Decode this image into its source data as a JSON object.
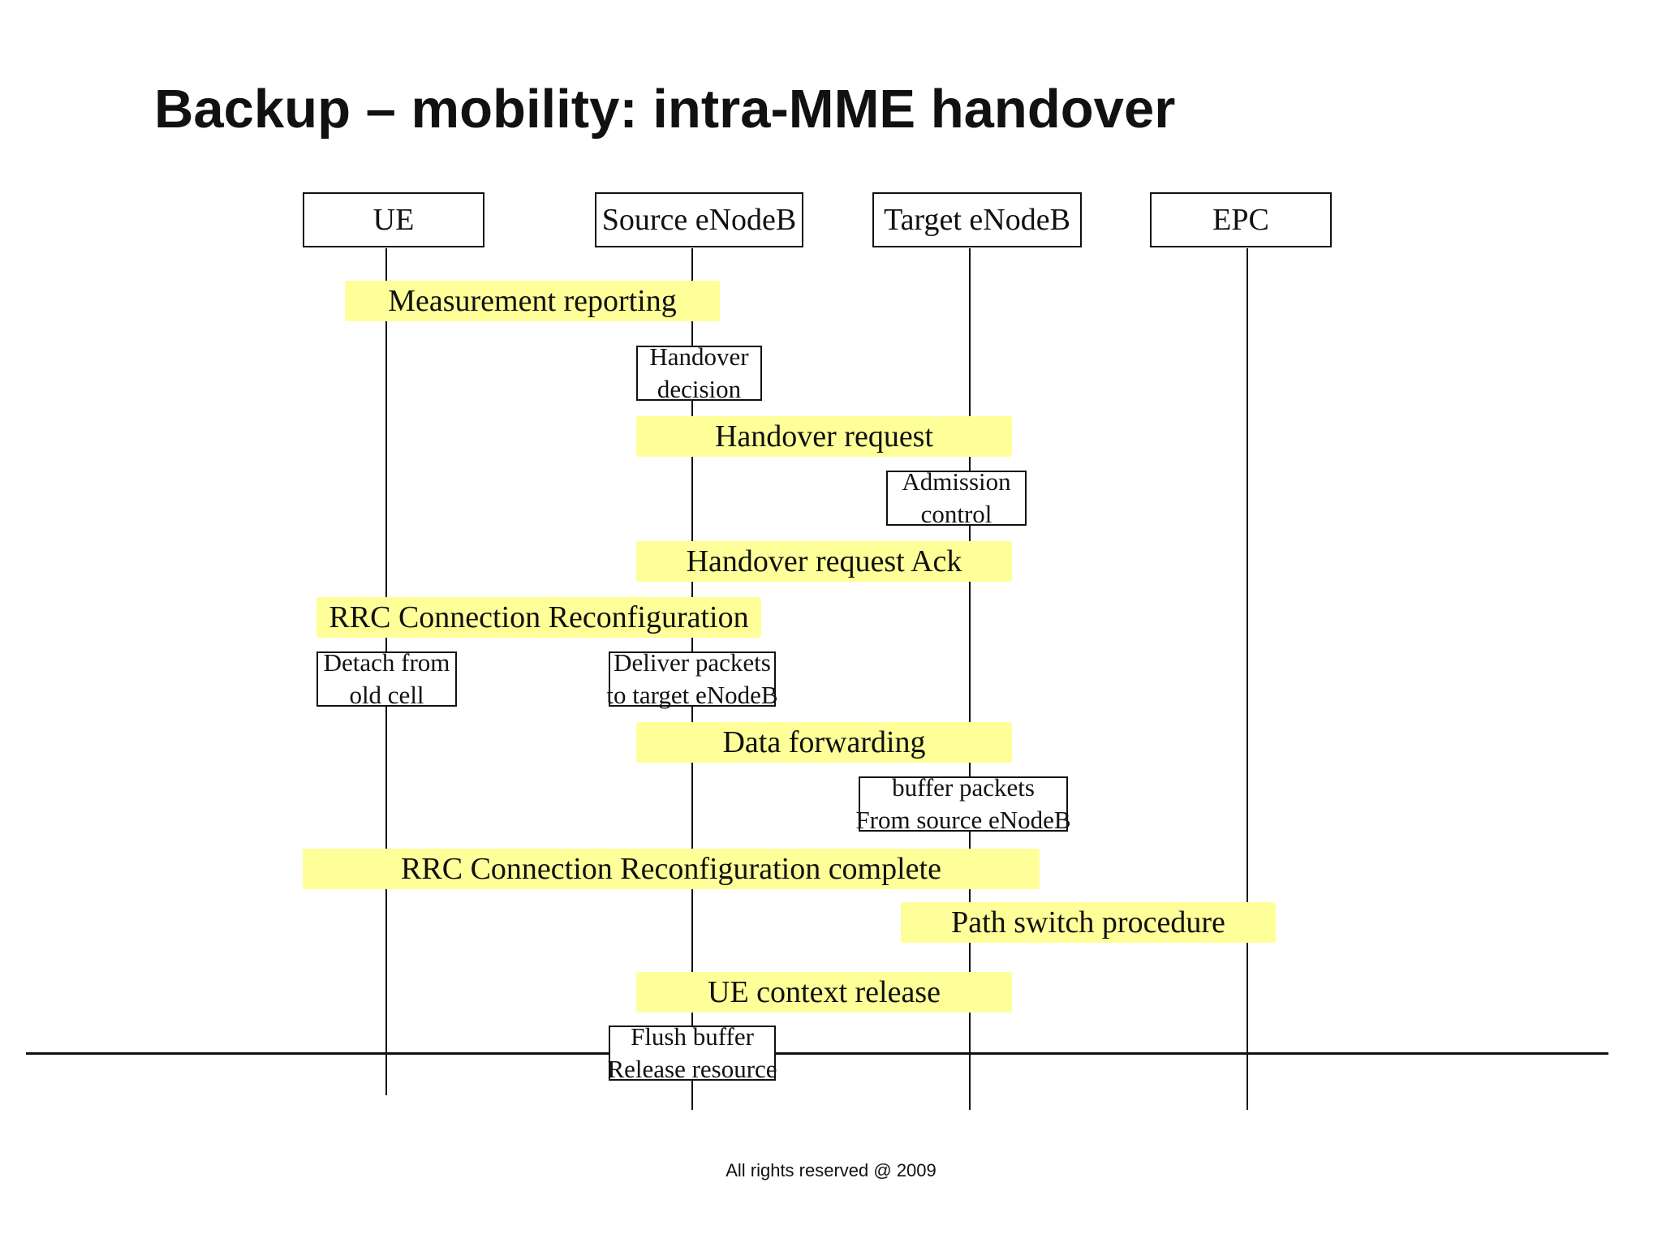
{
  "title": "Backup – mobility: intra-MME handover",
  "nodes": {
    "ue": "UE",
    "source": "Source eNodeB",
    "target": "Target eNodeB",
    "epc": "EPC"
  },
  "messages": {
    "measurement": "Measurement reporting",
    "ho_request": "Handover request",
    "ho_request_ack": "Handover request Ack",
    "rrc_reconfig": "RRC Connection Reconfiguration",
    "data_forwarding": "Data forwarding",
    "rrc_complete": "RRC Connection Reconfiguration complete",
    "path_switch": "Path switch procedure",
    "ue_context_release": "UE context release"
  },
  "actions": {
    "handover_decision": [
      "Handover",
      "decision"
    ],
    "admission_control": [
      "Admission",
      "control"
    ],
    "detach": [
      "Detach from",
      "old cell"
    ],
    "deliver_packets": [
      "Deliver packets",
      "to target eNodeB"
    ],
    "buffer_packets": [
      "buffer packets",
      "From source eNodeB"
    ],
    "flush_buffer": [
      "Flush buffer",
      "Release resource"
    ]
  },
  "colors": {
    "message_fill": "#ffff99",
    "line": "#111111"
  },
  "footer": "All rights reserved @ 2009"
}
